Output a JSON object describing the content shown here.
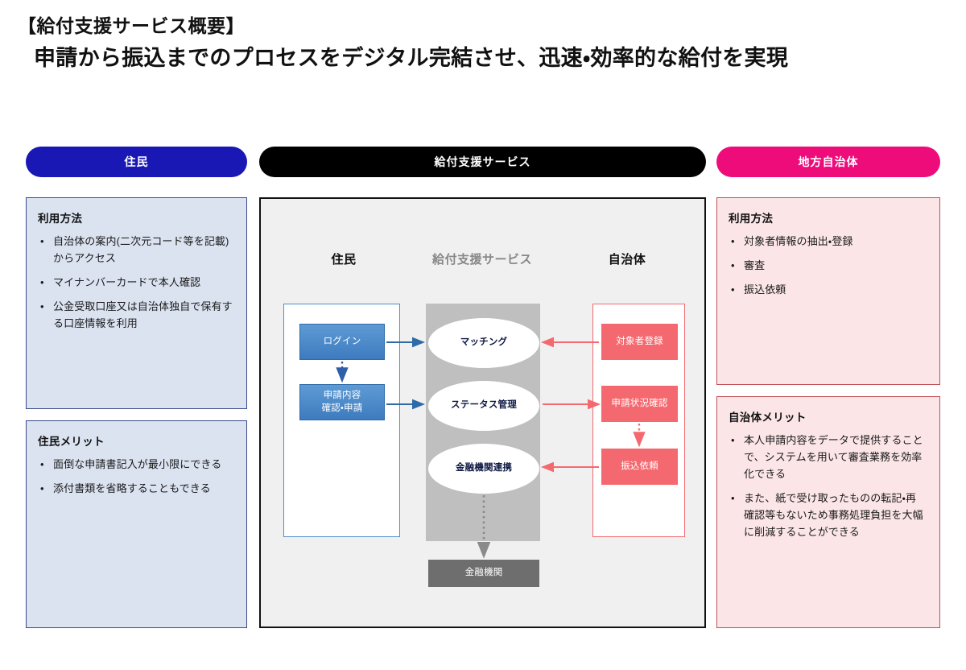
{
  "title": {
    "line1": "【給付支援サービス概要】",
    "line2": "申請から振込までのプロセスをデジタル完結させ、迅速・効率的な給付を実現"
  },
  "headers": {
    "resident": "住民",
    "service": "給付支援サービス",
    "municipality": "地方自治体"
  },
  "panels": {
    "usage_left": {
      "heading": "利用方法",
      "items": [
        "自治体の案内(二次元コード等を記載)からアクセス",
        "マイナンバーカードで本人確認",
        "公金受取口座又は自治体独自で保有する口座情報を利用"
      ]
    },
    "merit_left": {
      "heading": "住民メリット",
      "items": [
        "面倒な申請書記入が最小限にできる",
        "添付書類を省略することもできる"
      ]
    },
    "usage_right": {
      "heading": "利用方法",
      "items": [
        "対象者情報の抽出・登録",
        "審査",
        "振込依頼"
      ]
    },
    "merit_right": {
      "heading": "自治体メリット",
      "items": [
        "本人申請内容をデータで提供することで、システムを用いて審査業務を効率化できる",
        "また、紙で受け取ったものの転記・再確認等もないため事務処理負担を大幅に削減することができる"
      ]
    }
  },
  "diagram": {
    "columns": {
      "resident": "住民",
      "service": "給付支援サービス",
      "municipality": "自治体"
    },
    "nodes": {
      "login": "ログイン",
      "apply": "申請内容\n確認・申請",
      "apply_line1": "申請内容",
      "apply_line2": "確認・申請",
      "matching": "マッチング",
      "status": "ステータス管理",
      "bank_link": "金融機関連携",
      "target_registration": "対象者登録",
      "application_status": "申請状況確認",
      "transfer_request": "振込依頼",
      "bank": "金融機関"
    }
  },
  "colors": {
    "resident_pill": "#1a18b5",
    "service_pill": "#000000",
    "municipality_pill": "#ed0c7a",
    "panel_blue_bg": "#dbe3f1",
    "panel_blue_border": "#3b4a8c",
    "panel_pink_bg": "#fbe5e7",
    "panel_pink_border": "#bf5055",
    "node_blue": "#3d7bbf",
    "node_pink": "#f4696f",
    "node_gray": "#6e6e6e",
    "lane_service": "#bfbfbf",
    "diagram_bg": "#f0f0f0"
  }
}
